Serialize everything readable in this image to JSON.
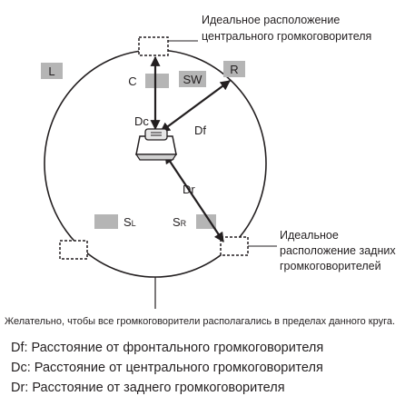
{
  "ideal_center_note": [
    "Идеальное расположение",
    "центрального громкоговорителя"
  ],
  "ideal_rear_note": [
    "Идеальное",
    "расположение задних",
    "громкоговорителей"
  ],
  "circle_note": "Желательно, чтобы все громкоговорители располагались в пределах данного круга.",
  "speakers": {
    "left": "L",
    "right": "R",
    "center": "C",
    "subwoofer": "SW",
    "surround_left_main": "S",
    "surround_left_sub": "L",
    "surround_right_main": "S",
    "surround_right_sub": "R"
  },
  "distances": {
    "front": "Df",
    "center": "Dc",
    "rear": "Dr"
  },
  "legend": [
    "Df: Расстояние от фронтального громкоговорителя",
    "Dc: Расстояние от центрального громкоговорителя",
    "Dr: Расстояние от заднего громкоговорителя"
  ],
  "colors": {
    "speaker_box": "#b5b5b5",
    "line": "#231f20",
    "background": "#ffffff"
  }
}
